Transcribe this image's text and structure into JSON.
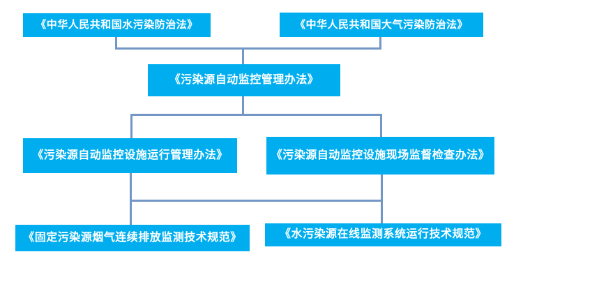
{
  "diagram": {
    "type": "flowchart",
    "background_color": "#ffffff",
    "colors": {
      "node_fill": "#00AEEF",
      "node_text": "#ffffff",
      "connector": "#7296C5"
    },
    "nodes": [
      {
        "id": "water-pollution-law",
        "level": 1,
        "label": "《中华人民共和国水污染防治法》"
      },
      {
        "id": "air-pollution-law",
        "level": 1,
        "label": "《中华人民共和国大气污染防治法》"
      },
      {
        "id": "auto-monitoring-management-measures",
        "level": 2,
        "label": "《污染源自动监控管理办法》"
      },
      {
        "id": "facility-operation-management-measures",
        "level": 3,
        "label": "《污染源自动监控设施运行管理办法》"
      },
      {
        "id": "onsite-supervision-inspection-measures",
        "level": 3,
        "label": "《污染源自动监控设施现场监督检查办法》"
      },
      {
        "id": "flue-gas-cems-technical-spec",
        "level": 4,
        "label": "《固定污染源烟气连续排放监测技术规范》"
      },
      {
        "id": "water-online-monitoring-technical-spec",
        "level": 4,
        "label": "《水污染源在线监测系统运行技术规范》"
      }
    ],
    "edges": [
      {
        "from": "water-pollution-law",
        "to": "auto-monitoring-management-measures"
      },
      {
        "from": "air-pollution-law",
        "to": "auto-monitoring-management-measures"
      },
      {
        "from": "auto-monitoring-management-measures",
        "to": "facility-operation-management-measures"
      },
      {
        "from": "auto-monitoring-management-measures",
        "to": "onsite-supervision-inspection-measures"
      },
      {
        "from": "facility-operation-management-measures",
        "to": "flue-gas-cems-technical-spec"
      },
      {
        "from": "facility-operation-management-measures",
        "to": "water-online-monitoring-technical-spec"
      },
      {
        "from": "onsite-supervision-inspection-measures",
        "to": "flue-gas-cems-technical-spec"
      },
      {
        "from": "onsite-supervision-inspection-measures",
        "to": "water-online-monitoring-technical-spec"
      }
    ]
  }
}
